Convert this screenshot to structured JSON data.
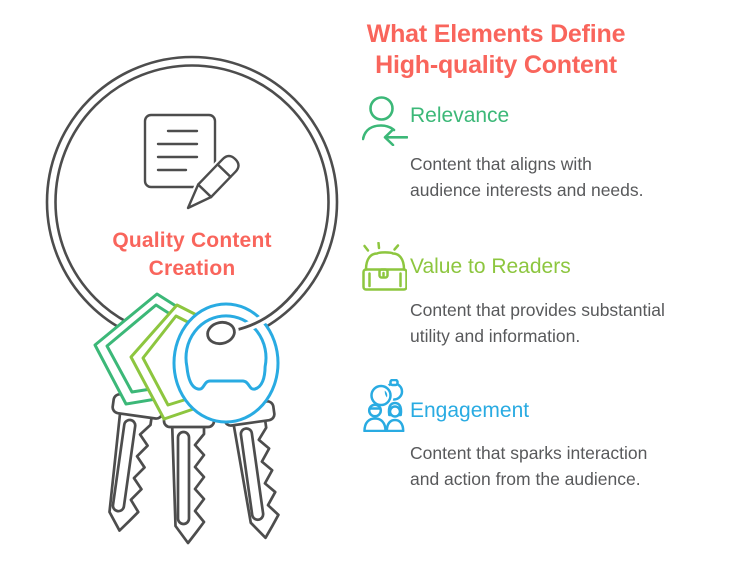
{
  "illustration": {
    "name": "keyring-with-three-keys",
    "center_icon": "document-pencil-icon",
    "label_line1": "Quality Content",
    "label_line2": "Creation",
    "label_color": "#F9655C",
    "line_color": "#4D4D4D",
    "key_head_colors": [
      "#3CB878",
      "#8DC63F",
      "#29ABE2"
    ]
  },
  "title": {
    "line1": "What Elements Define",
    "line2": "High-quality Content",
    "color": "#F9655C"
  },
  "sections": [
    {
      "icon": "person-arrow-icon",
      "label": "Relevance",
      "color": "#3CB878",
      "desc_line1": "Content that aligns with",
      "desc_line2": "audience interests and needs."
    },
    {
      "icon": "treasure-chest-icon",
      "label": "Value to Readers",
      "color": "#8DC63F",
      "desc_line1": "Content that provides substantial",
      "desc_line2": "utility and information."
    },
    {
      "icon": "people-rings-icon",
      "label": "Engagement",
      "color": "#29ABE2",
      "desc_line1": "Content that sparks interaction",
      "desc_line2": "and action from the audience."
    }
  ],
  "body_text_color": "#58595B"
}
